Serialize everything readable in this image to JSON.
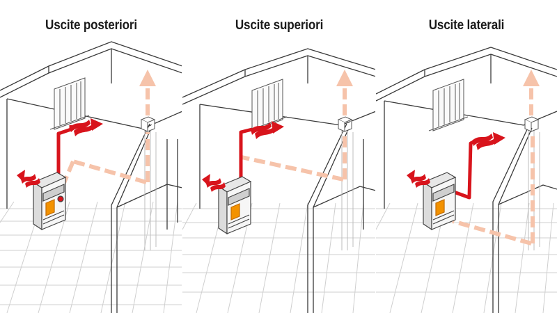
{
  "panels": [
    {
      "title": "Uscite posteriori"
    },
    {
      "title": "Uscite superiori"
    },
    {
      "title": "Uscite laterali"
    }
  ],
  "colors": {
    "duct_red": "#d8141c",
    "flue_peach": "#f6c3aa",
    "stove_body": "#f3f3f3",
    "fire_orange": "#f39200",
    "line": "#3c3c3c",
    "grid": "#c9c9c9"
  }
}
